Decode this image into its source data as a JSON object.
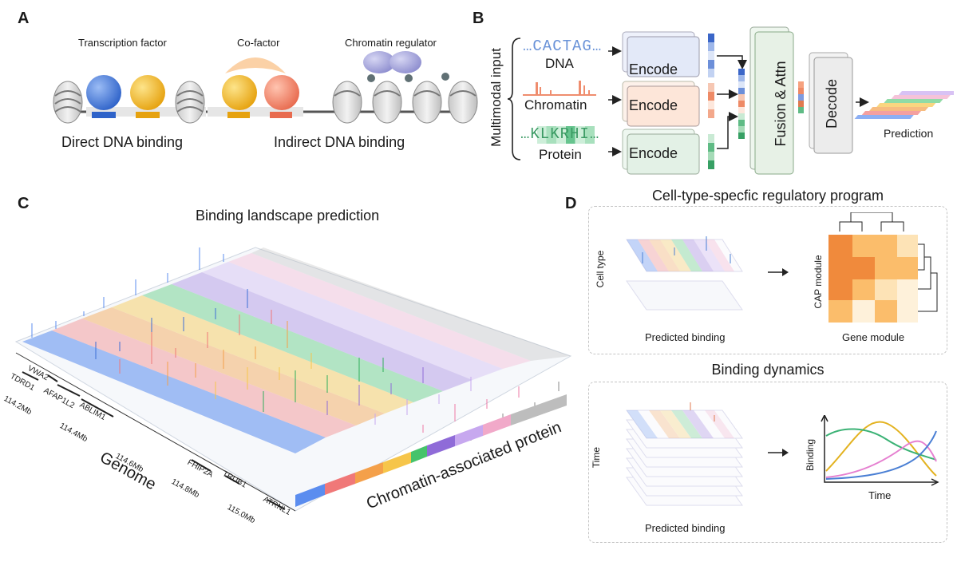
{
  "panels": {
    "a": {
      "letter": "A",
      "labels": {
        "tf": "Transcription factor",
        "cofactor": "Co-factor",
        "chromatin_regulator": "Chromatin regulator"
      },
      "captions": {
        "direct": "Direct DNA binding",
        "indirect": "Indirect DNA binding"
      }
    },
    "b": {
      "letter": "B",
      "side_label": "Multimodal input",
      "inputs": [
        {
          "seq": "…CACTAG…",
          "name": "DNA"
        },
        {
          "name": "Chromatin"
        },
        {
          "seq": "…KLKRHI…",
          "name": "Protein"
        }
      ],
      "encode_label": "Encode",
      "fusion_label": "Fusion & Attn",
      "decode_label": "Decode",
      "prediction_label": "Prediction"
    },
    "c": {
      "letter": "C",
      "title": "Binding landscape prediction",
      "genes": [
        "TDRD1",
        "VWA2",
        "AFAP1L2",
        "ABLIM1",
        "FHIP2A",
        "TRUB1",
        "ATRNL1"
      ],
      "ticks": [
        "114.2Mb",
        "114.4Mb",
        "114.6Mb",
        "114.8Mb",
        "115.0Mb"
      ],
      "genome_label": "Genome",
      "protein_axis_label": "Chromatin-associated protein",
      "protein_colors": [
        "#5b8def",
        "#f07878",
        "#f4a04a",
        "#f6c54a",
        "#46c36b",
        "#8f6bd8",
        "#c7a8ef",
        "#f1a9c9",
        "#bdbdbd"
      ]
    },
    "d": {
      "letter": "D",
      "title1": "Cell-type-specfic regulatory program",
      "cell_type_label": "Cell type",
      "predicted_binding_1": "Predicted binding",
      "cap_module_label": "CAP module",
      "gene_module_label": "Gene module",
      "heatmap_colors": [
        "#f08a3c",
        "#fbbd6b",
        "#fde3b6",
        "#fef1da"
      ],
      "title2": "Binding dynamics",
      "time_label_left": "Time",
      "predicted_binding_2": "Predicted binding",
      "binding_axis": "Binding",
      "time_axis": "Time",
      "curve_colors": [
        "#e3b21f",
        "#3bb275",
        "#e57fd0",
        "#4a7fd4"
      ]
    }
  }
}
